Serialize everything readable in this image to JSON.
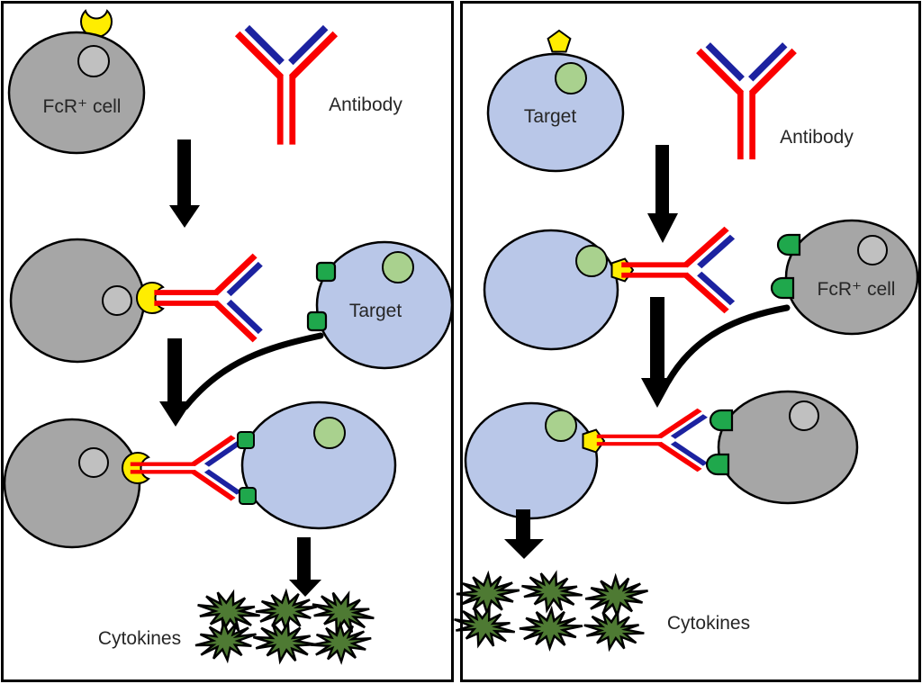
{
  "palette": {
    "panel_bg": "#ffffff",
    "line_black": "#000000",
    "fcr_cell_fill": "#a6a6a6",
    "fcr_nucleus_fill": "#c0c0c0",
    "target_cell_fill": "#b9c7e8",
    "target_nucleus_fill": "#a9d18e",
    "receptor_yellow": "#ffed00",
    "antigen_green": "#1fa84c",
    "antibody_red": "#fa0000",
    "antibody_blue": "#1c22a0",
    "cytokine_green": "#4e7a33",
    "text_color": "#262626"
  },
  "left_panel": {
    "fcr_cell_label": "FcR⁺ cell",
    "antibody_label": "Antibody",
    "target_label": "Target",
    "cytokines_label": "Cytokines"
  },
  "right_panel": {
    "target_label": "Target",
    "antibody_label": "Antibody",
    "fcr_cell_label": "FcR⁺ cell",
    "cytokines_label": "Cytokines"
  }
}
